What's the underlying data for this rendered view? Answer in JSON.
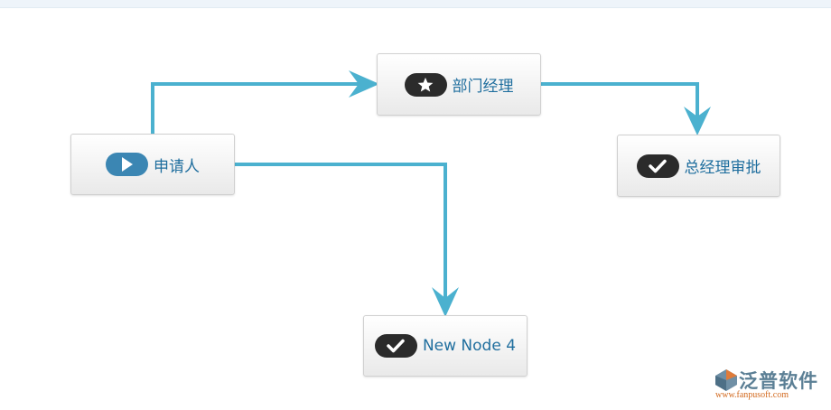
{
  "flow": {
    "nodes": [
      {
        "id": "applicant",
        "label": "申请人",
        "icon": "play-icon",
        "badge_color": "#3b86b3"
      },
      {
        "id": "dept_manager",
        "label": "部门经理",
        "icon": "star-icon",
        "badge_color": "#2b2b2b"
      },
      {
        "id": "gm_approval",
        "label": "总经理审批",
        "icon": "checkmark-icon",
        "badge_color": "#2b2b2b"
      },
      {
        "id": "new_node_4",
        "label": "New Node 4",
        "icon": "checkmark-icon",
        "badge_color": "#2b2b2b"
      }
    ],
    "edges": [
      {
        "from": "applicant",
        "to": "dept_manager"
      },
      {
        "from": "dept_manager",
        "to": "gm_approval"
      },
      {
        "from": "applicant",
        "to": "new_node_4"
      }
    ],
    "edge_color": "#4bb1cf"
  },
  "watermark": {
    "brand": "泛普软件",
    "site": "www.fanpusoft.com"
  }
}
